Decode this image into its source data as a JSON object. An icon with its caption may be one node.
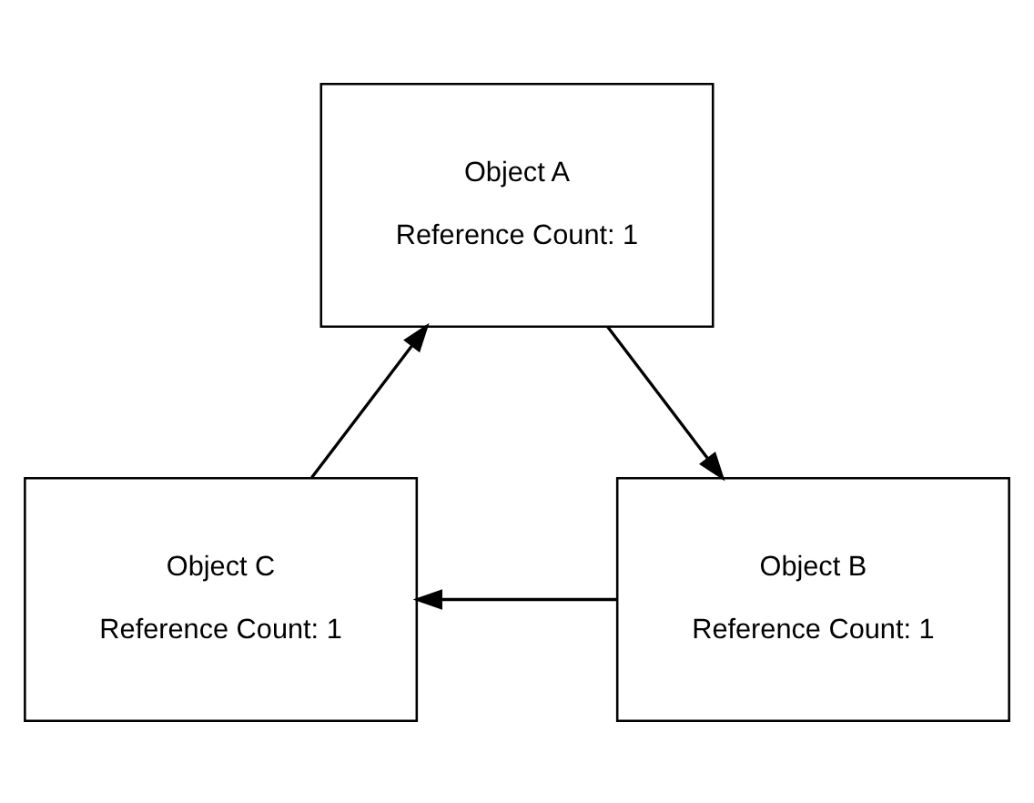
{
  "diagram": {
    "nodes": [
      {
        "text": [
          "Object A",
          "Reference Count: 1"
        ]
      },
      {
        "text": [
          "Object B",
          "Reference Count: 1"
        ]
      },
      {
        "text": [
          "Object C",
          "Reference Count: 1"
        ]
      }
    ],
    "edges": [
      {
        "from": 0,
        "to": 1,
        "arrow": "to"
      },
      {
        "from": 1,
        "to": 2,
        "arrow": "to"
      },
      {
        "from": 2,
        "to": 0,
        "arrow": "to"
      }
    ]
  }
}
